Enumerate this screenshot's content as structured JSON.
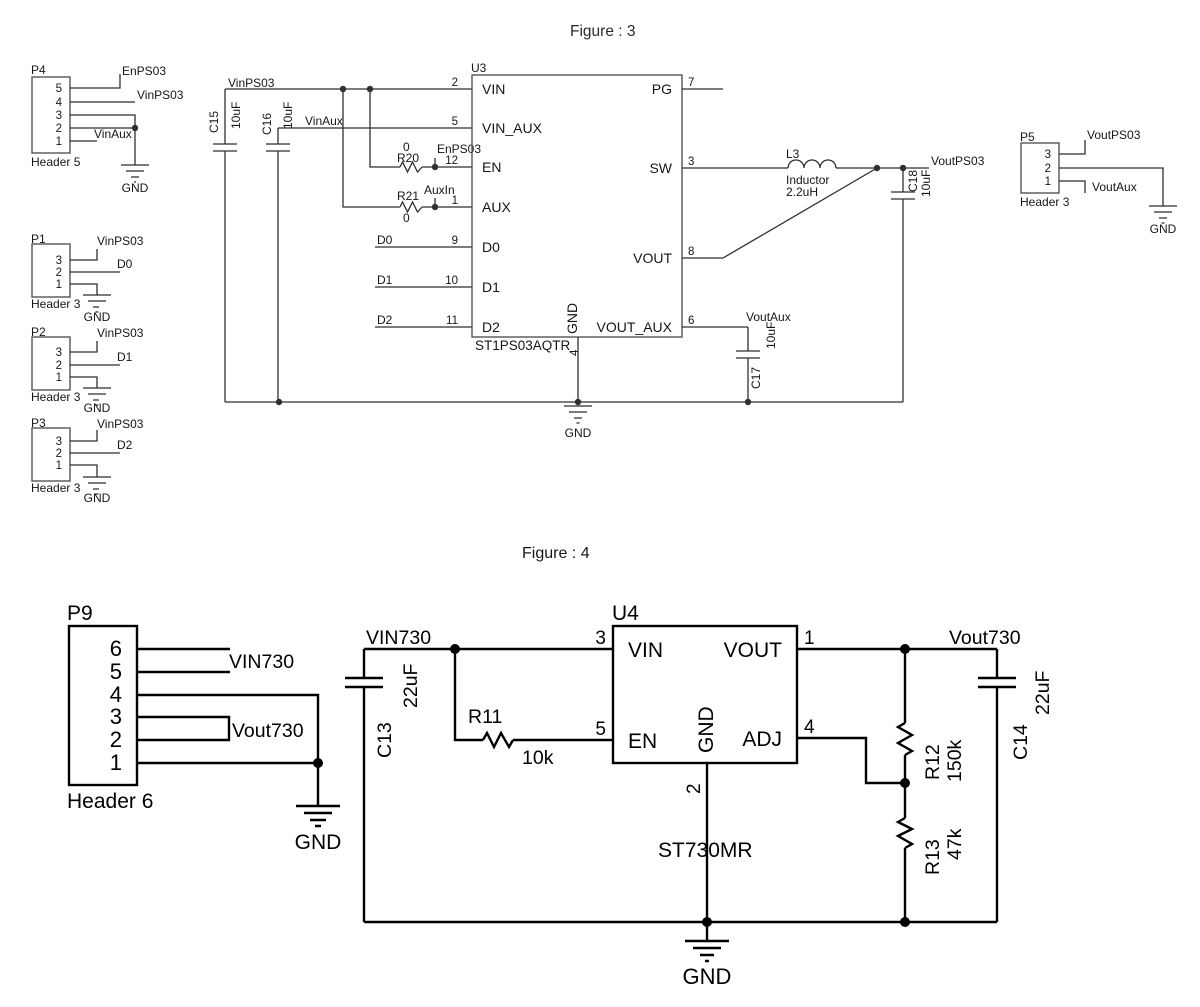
{
  "figure3": {
    "caption": "Figure : 3",
    "p4": {
      "ref": "P4",
      "type": "Header 5",
      "pins": [
        "5",
        "4",
        "3",
        "2",
        "1"
      ],
      "net_en": "EnPS03",
      "net_vin": "VinPS03",
      "net_aux": "VinAux",
      "gnd": "GND"
    },
    "p1": {
      "ref": "P1",
      "type": "Header 3",
      "pins": [
        "3",
        "2",
        "1"
      ],
      "net_vin": "VinPS03",
      "net_d": "D0",
      "gnd": "GND"
    },
    "p2": {
      "ref": "P2",
      "type": "Header 3",
      "pins": [
        "3",
        "2",
        "1"
      ],
      "net_vin": "VinPS03",
      "net_d": "D1",
      "gnd": "GND"
    },
    "p3": {
      "ref": "P3",
      "type": "Header 3",
      "pins": [
        "3",
        "2",
        "1"
      ],
      "net_vin": "VinPS03",
      "net_d": "D2",
      "gnd": "GND"
    },
    "p5": {
      "ref": "P5",
      "type": "Header 3",
      "pins": [
        "3",
        "2",
        "1"
      ],
      "net_vout": "VoutPS03",
      "net_aux": "VoutAux",
      "gnd": "GND"
    },
    "c15": {
      "ref": "C15",
      "value": "10uF"
    },
    "c16": {
      "ref": "C16",
      "value": "10uF"
    },
    "c17": {
      "ref": "C17",
      "value": "10uF"
    },
    "c18": {
      "ref": "C18",
      "value": "10uF"
    },
    "r20": {
      "ref": "R20",
      "value": "0"
    },
    "r21": {
      "ref": "R21",
      "value": "0"
    },
    "l3": {
      "ref": "L3",
      "desc": "Inductor",
      "value": "2.2uH"
    },
    "u3": {
      "ref": "U3",
      "part": "ST1PS03AQTR",
      "left_pins": [
        {
          "num": "2",
          "name": "VIN"
        },
        {
          "num": "5",
          "name": "VIN_AUX"
        },
        {
          "num": "12",
          "name": "EN"
        },
        {
          "num": "1",
          "name": "AUX"
        },
        {
          "num": "9",
          "name": "D0"
        },
        {
          "num": "10",
          "name": "D1"
        },
        {
          "num": "11",
          "name": "D2"
        }
      ],
      "right_pins": [
        {
          "num": "7",
          "name": "PG"
        },
        {
          "num": "3",
          "name": "SW"
        },
        {
          "num": "8",
          "name": "VOUT"
        },
        {
          "num": "6",
          "name": "VOUT_AUX"
        }
      ],
      "gnd_pin": {
        "num": "4",
        "name": "GND"
      }
    },
    "nets": {
      "vinps03": "VinPS03",
      "vinaux": "VinAux",
      "enps03": "EnPS03",
      "auxin": "AuxIn",
      "d0": "D0",
      "d1": "D1",
      "d2": "D2",
      "voutps03": "VoutPS03",
      "voutaux": "VoutAux",
      "gnd": "GND"
    }
  },
  "figure4": {
    "caption": "Figure : 4",
    "p9": {
      "ref": "P9",
      "type": "Header 6",
      "pins": [
        "6",
        "5",
        "4",
        "3",
        "2",
        "1"
      ],
      "net_vin": "VIN730",
      "net_vout": "Vout730",
      "gnd": "GND"
    },
    "c13": {
      "ref": "C13",
      "value": "22uF"
    },
    "c14": {
      "ref": "C14",
      "value": "22uF"
    },
    "r11": {
      "ref": "R11",
      "value": "10k"
    },
    "r12": {
      "ref": "R12",
      "value": "150k"
    },
    "r13": {
      "ref": "R13",
      "value": "47k"
    },
    "u4": {
      "ref": "U4",
      "part": "ST730MR",
      "pin_vin": {
        "num": "3",
        "name": "VIN"
      },
      "pin_en": {
        "num": "5",
        "name": "EN"
      },
      "pin_vout": {
        "num": "1",
        "name": "VOUT"
      },
      "pin_adj": {
        "num": "4",
        "name": "ADJ"
      },
      "pin_gnd": {
        "num": "2",
        "name": "GND"
      }
    },
    "nets": {
      "vin730": "VIN730",
      "vout730": "Vout730",
      "gnd": "GND"
    }
  }
}
